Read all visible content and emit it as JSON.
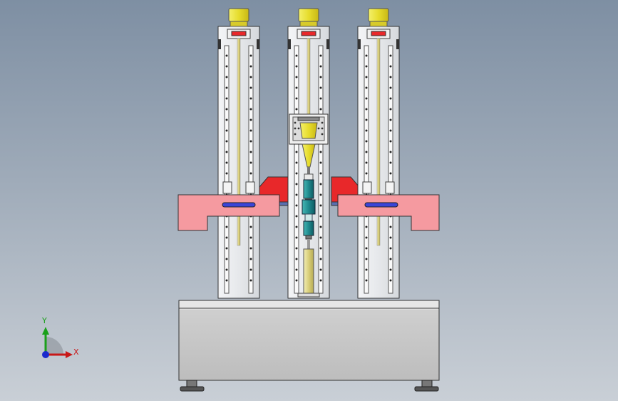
{
  "viewport": {
    "background_top": "#7e8fa3",
    "background_bottom": "#c9cfd6"
  },
  "colors": {
    "frame_steel": "#e3e6ea",
    "base_gray": "#c8c8c8",
    "top_motor_yellow": "#e9e13a",
    "clamp_pink": "#f59aa0",
    "bracket_red": "#e8282a",
    "specimen_teal": "#1f8a8e",
    "slot_blue": "#3a45d8"
  },
  "triad": {
    "x_label": "X",
    "y_label": "Y",
    "x_color": "#c81818",
    "y_color": "#1aa01a",
    "z_color": "#1a2acc",
    "icons": [
      "axis-triad-icon"
    ]
  },
  "components": [
    "base-cabinet",
    "column-left",
    "column-center",
    "column-right",
    "top-motor-left",
    "top-motor-center",
    "top-motor-right",
    "clamp-arm-left",
    "clamp-arm-right",
    "crosshead-center",
    "specimen-assembly",
    "leveling-foot-left",
    "leveling-foot-right"
  ]
}
